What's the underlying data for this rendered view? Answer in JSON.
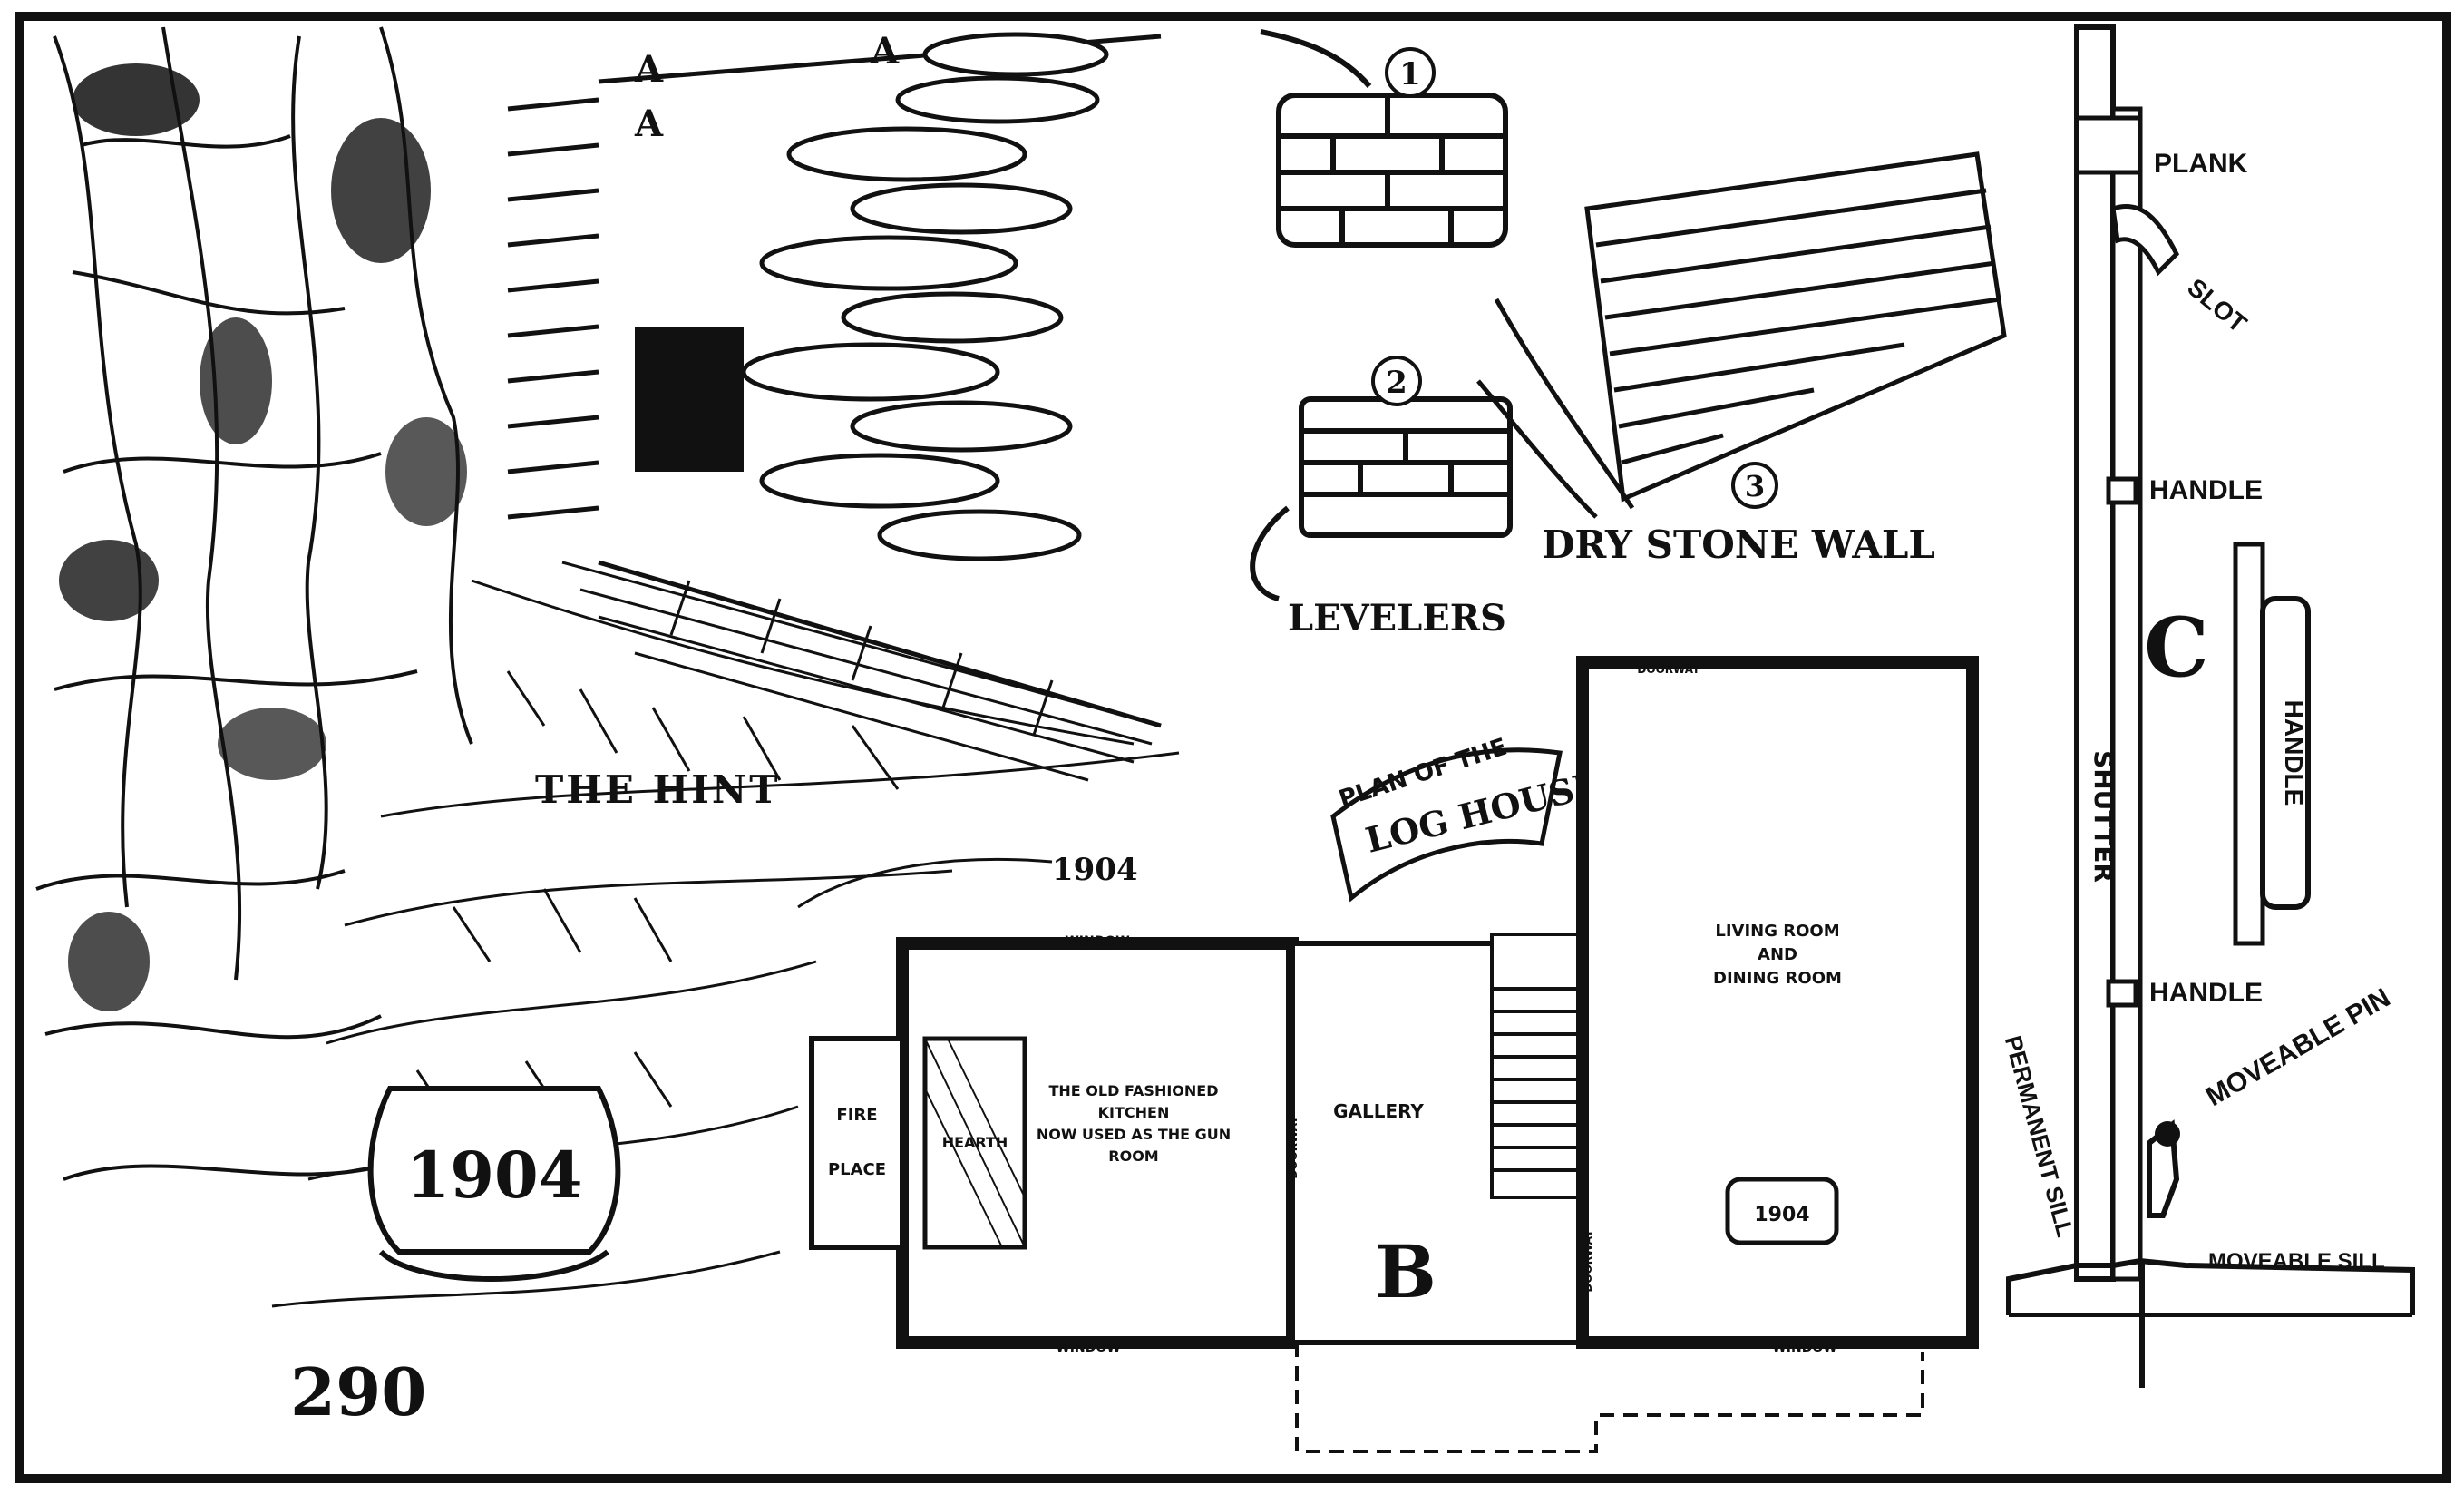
{
  "figure_number": "290",
  "hint": {
    "title": "THE HINT",
    "year_badge": "1904",
    "log_letters": [
      "A",
      "A",
      "A"
    ]
  },
  "stone_details": {
    "dry_stone_wall": "DRY STONE WALL",
    "levelers": "LEVELERS",
    "detail_numbers": [
      "1",
      "2",
      "3"
    ]
  },
  "plan": {
    "banner_line1": "PLAN OF THE",
    "banner_line2": "LOG HOUSE",
    "letter": "B",
    "year_badge": "1904",
    "kitchen": [
      "THE OLD FASHIONED",
      "KITCHEN",
      "NOW USED AS THE GUN",
      "ROOM"
    ],
    "fire_place": [
      "FIRE",
      "PLACE"
    ],
    "hearth": "HEARTH",
    "gallery": "GALLERY",
    "living_room": [
      "LIVING ROOM",
      "AND",
      "DINING ROOM"
    ],
    "window": "WINDOW",
    "doorway": "DOORWAY"
  },
  "shutter": {
    "letter": "C",
    "plank": "PLANK",
    "slot": "SLOT",
    "handle": "HANDLE",
    "shutter": "SHUTTER",
    "permanent_sill": "PERMANENT SILL",
    "moveable_pin": "MOVEABLE PIN",
    "moveable_sill": "MOVEABLE SILL"
  }
}
